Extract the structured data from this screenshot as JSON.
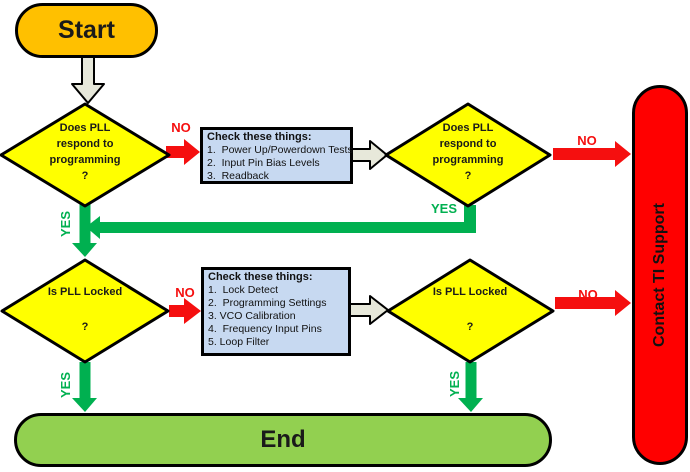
{
  "colors": {
    "start_fill": "#FFC000",
    "decision_fill": "#FFFF00",
    "box_fill": "#C7D9F1",
    "end_fill": "#92D050",
    "contact_fill": "#FF0000",
    "no_color": "#F50F0F",
    "yes_color": "#00B050",
    "neutral_arrow_fill": "#E7E8DA",
    "border": "#000000"
  },
  "nodes": {
    "start": {
      "label": "Start"
    },
    "decision_respond_1": {
      "lines": [
        "Does PLL",
        "respond to",
        "programming",
        "?"
      ]
    },
    "decision_respond_2": {
      "lines": [
        "Does PLL",
        "respond to",
        "programming",
        "?"
      ]
    },
    "check_box_1": {
      "title": "Check these things:",
      "items": [
        "1.  Power Up/Powerdown Tests",
        "2.  Input Pin Bias Levels",
        "3.  Readback"
      ]
    },
    "decision_locked_1": {
      "lines": [
        "Is PLL Locked",
        "?"
      ]
    },
    "decision_locked_2": {
      "lines": [
        "Is PLL Locked",
        "?"
      ]
    },
    "check_box_2": {
      "title": "Check these things:",
      "items": [
        "1.  Lock Detect",
        "2.  Programming Settings",
        "3. VCO Calibration",
        "4.  Frequency Input Pins",
        "5. Loop Filter"
      ]
    },
    "contact_support": {
      "label": "Contact TI Support"
    },
    "end": {
      "label": "End"
    }
  },
  "labels": {
    "yes": "YES",
    "no": "NO"
  }
}
